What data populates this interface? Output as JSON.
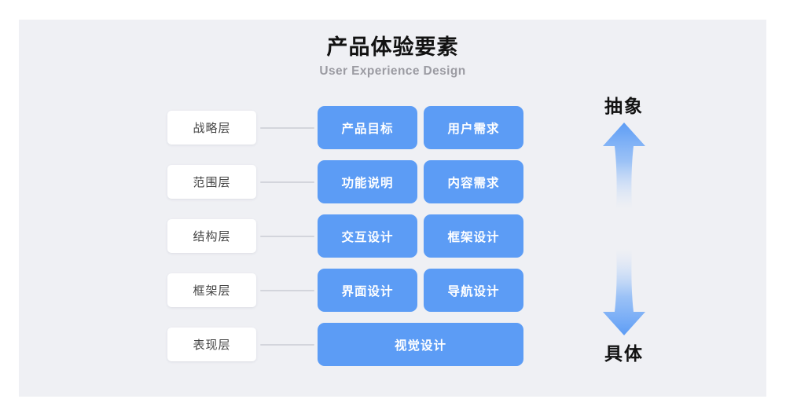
{
  "slide": {
    "background_color": "#eff0f4",
    "accent_color": "#5c9cf5"
  },
  "header": {
    "title": "产品体验要素",
    "subtitle": "User Experience Design"
  },
  "diagram": {
    "rows": [
      {
        "layer": "战略层",
        "items": [
          "产品目标",
          "用户需求"
        ]
      },
      {
        "layer": "范围层",
        "items": [
          "功能说明",
          "内容需求"
        ]
      },
      {
        "layer": "结构层",
        "items": [
          "交互设计",
          "框架设计"
        ]
      },
      {
        "layer": "框架层",
        "items": [
          "界面设计",
          "导航设计"
        ]
      },
      {
        "layer": "表现层",
        "items": [
          "视觉设计"
        ]
      }
    ]
  },
  "axis": {
    "top_label": "抽象",
    "bottom_label": "具体"
  }
}
